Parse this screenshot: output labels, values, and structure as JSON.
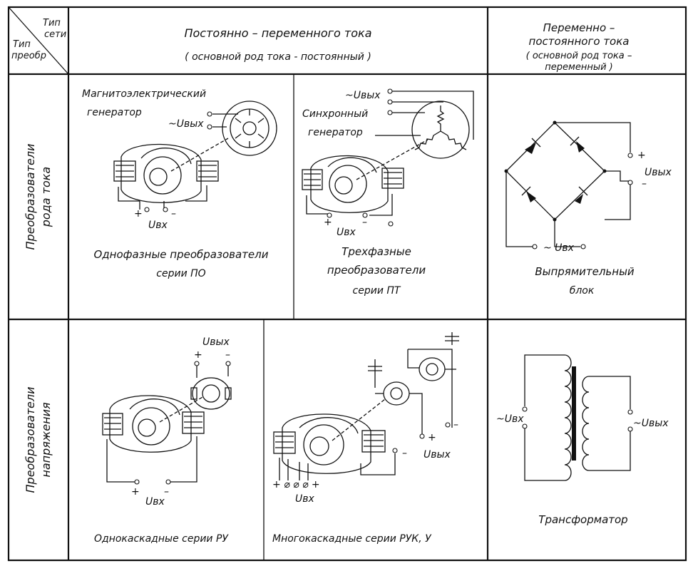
{
  "corner": {
    "network_type": [
      "Тип",
      "сети"
    ],
    "converter_type": [
      "Тип",
      "преобр"
    ]
  },
  "columns": {
    "dc_ac": {
      "title": "Постоянно – переменного тока",
      "note": "( основной род тока - постоянный )"
    },
    "ac": {
      "title_lines": [
        "Переменно –",
        "постоянного тока",
        "( основной род тока –",
        "переменный )"
      ]
    }
  },
  "rows": {
    "current_type": [
      "Преобразователи",
      "рода тока"
    ],
    "voltage": [
      "Преобразователи",
      "напряжения"
    ]
  },
  "cells": {
    "single_phase": {
      "label_magneto": [
        "Магнитоэлектрический",
        "генератор"
      ],
      "out": "~Uвых",
      "plus": "+",
      "minus": "–",
      "in": "Uвх",
      "caption": [
        "Однофазные преобразователи",
        "серии ПО"
      ]
    },
    "three_phase": {
      "out": "~Uвых",
      "label_sync": [
        "Синхронный",
        "генератор"
      ],
      "plus": "+",
      "minus": "–",
      "in": "Uвх",
      "caption": [
        "Трехфазные",
        "преобразователи",
        "серии ПТ"
      ]
    },
    "rectifier": {
      "plus": "+",
      "minus": "–",
      "out": "Uвых",
      "in": "~ Uвх",
      "caption": [
        "Выпрямительный",
        "блок"
      ]
    },
    "single_stage": {
      "out": "Uвых",
      "plus": "+",
      "minus": "–",
      "in": "Uвх",
      "caption": "Однокаскадные   серии РУ"
    },
    "multi_stage": {
      "minus": "–",
      "plus": "+",
      "out": "Uвых",
      "in_signs": "+ ⌀ ⌀ ⌀ +",
      "in": "Uвх",
      "caption": "Многокаскадные серии РУК, У"
    },
    "transformer": {
      "in": "~Uвх",
      "out": "~Uвых",
      "caption": "Трансформатор"
    }
  }
}
